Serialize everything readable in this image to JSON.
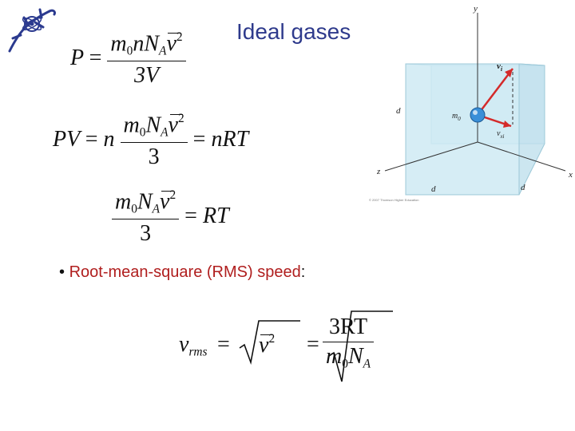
{
  "slide": {
    "title": "Ideal gases",
    "bullet_symbol": "•",
    "bullet_term": "Root-mean-square (RMS) speed",
    "bullet_colon": ":"
  },
  "equations": {
    "eq1": {
      "lhs": "P",
      "eq": "=",
      "num_m": "m",
      "num_0": "0",
      "num_n": "n",
      "num_N": "N",
      "num_A": "A",
      "num_v": "v",
      "num_2": "2",
      "den": "3V"
    },
    "eq2": {
      "lhs": "PV",
      "eq1": "=",
      "n": "n",
      "num_m": "m",
      "num_0": "0",
      "num_N": "N",
      "num_A": "A",
      "num_v": "v",
      "num_2": "2",
      "den": "3",
      "eq2": "=",
      "rhs": "nRT"
    },
    "eq3": {
      "num_m": "m",
      "num_0": "0",
      "num_N": "N",
      "num_A": "A",
      "num_v": "v",
      "num_2": "2",
      "den": "3",
      "eq": "=",
      "rhs": "RT"
    },
    "eq4": {
      "lhs_v": "v",
      "lhs_sub": "rms",
      "eq1": "=",
      "mid_v": "v",
      "mid_2": "2",
      "eq2": "=",
      "num": "3RT",
      "den_m": "m",
      "den_0": "0",
      "den_N": "N",
      "den_A": "A"
    }
  },
  "diagram": {
    "axis_y": "y",
    "axis_x": "x",
    "axis_z": "z",
    "edge_d_left": "d",
    "edge_d_bottom": "d",
    "edge_d_right": "d",
    "mass_label": "m",
    "mass_sub": "0",
    "vec_label": "v",
    "vec_sub": "i",
    "comp_label": "v",
    "comp_sub": "xi",
    "credit": "© 2007 Thomson Higher Education",
    "colors": {
      "cube_face": "#cfeaf3",
      "cube_edge": "#9cc8d8",
      "velocity": "#d42a2a",
      "particle": "#3a8fd8"
    }
  },
  "logo": {
    "icon": "lizard-logo-icon",
    "color": "#2b3a8f"
  }
}
